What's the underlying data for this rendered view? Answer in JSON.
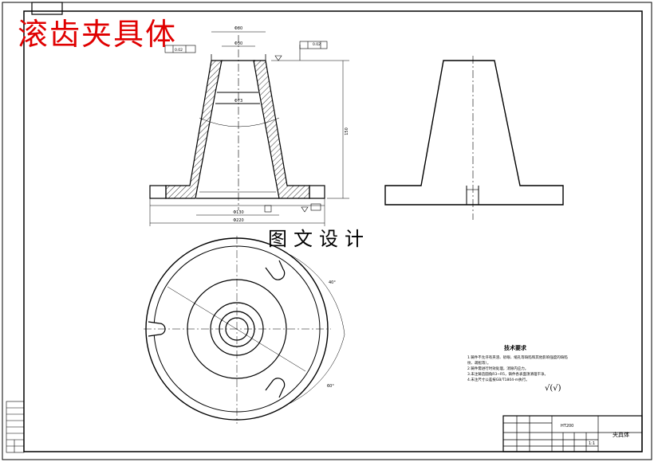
{
  "title_red": "滚齿夹具体",
  "watermark": "图文设计",
  "tech_requirements": {
    "title": "技术要求",
    "notes": [
      "1.铸件不允许有夹渣、砂眼、缩孔等缺陷和其他影响强度的缺陷（如裂",
      "纹、疏松等）。",
      "2.铸件需进行时效处理，消除内应力。",
      "3.未注铸造圆角R3~R5，铸件各表面须清理干净。",
      "4.未注尺寸公差按GB/T1804-m执行。"
    ],
    "roughness_note": "√(√)"
  },
  "title_block": {
    "part_name": "夹具体",
    "material": "HT200",
    "scale": "1:1"
  },
  "dims": {
    "top_dia": "Φ80",
    "bore": "Φ30",
    "mid_dia": "Φ73",
    "height": "150",
    "bottom_dia": "Φ130",
    "flange_dia": "Φ220",
    "flatness": "0.02",
    "perp": "0.02",
    "angle1": "40°",
    "angle2": "60°"
  },
  "colors": {
    "title_red": "#e00000",
    "line": "#000000"
  }
}
